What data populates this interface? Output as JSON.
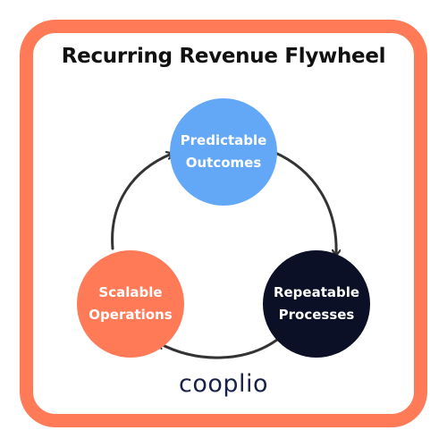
{
  "title": "Recurring Revenue Flywheel",
  "nodes": {
    "top": {
      "line1": "Predictable",
      "line2": "Outcomes",
      "color": "#63a8f7"
    },
    "right": {
      "line1": "Repeatable",
      "line2": "Processes",
      "color": "#0b1027"
    },
    "left": {
      "line1": "Scalable",
      "line2": "Operations",
      "color": "#ff7a57"
    }
  },
  "brand": {
    "name": "cooplio",
    "frame_color": "#ff7a57"
  }
}
